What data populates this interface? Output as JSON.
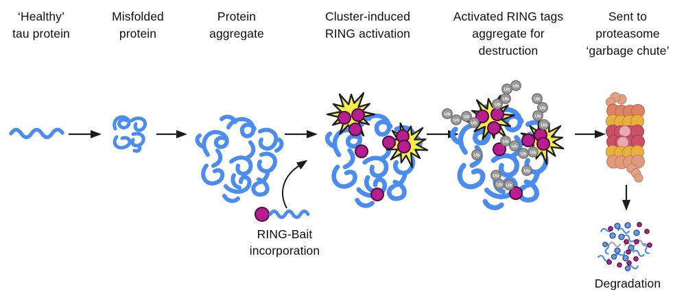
{
  "steps": [
    {
      "label": "‘Healthy’\ntau protein"
    },
    {
      "label": "Misfolded\nprotein"
    },
    {
      "label": "Protein\naggregate"
    },
    {
      "label": "Cluster-induced\nRING activation"
    },
    {
      "label": "Activated RING tags\naggregate for\ndestruction"
    },
    {
      "label": "Sent to\nproteasome\n‘garbage chute’"
    }
  ],
  "annotations": {
    "ring_bait": "RING-Bait\nincorporation",
    "degradation": "Degradation"
  },
  "labels": {
    "ub": "Ub"
  },
  "colors": {
    "tau_blue": "#4a8cf0",
    "magenta": "#b81e8f",
    "magenta_edge": "#47103c",
    "burst_yellow": "#f7ee4d",
    "ink": "#1c1c1c",
    "ub_gray": "#9b9b9b",
    "ub_edge": "#6e6e6e",
    "pr_salmon": "#dd8266",
    "pr_gold": "#e8b13f",
    "pr_red": "#ca5064"
  }
}
